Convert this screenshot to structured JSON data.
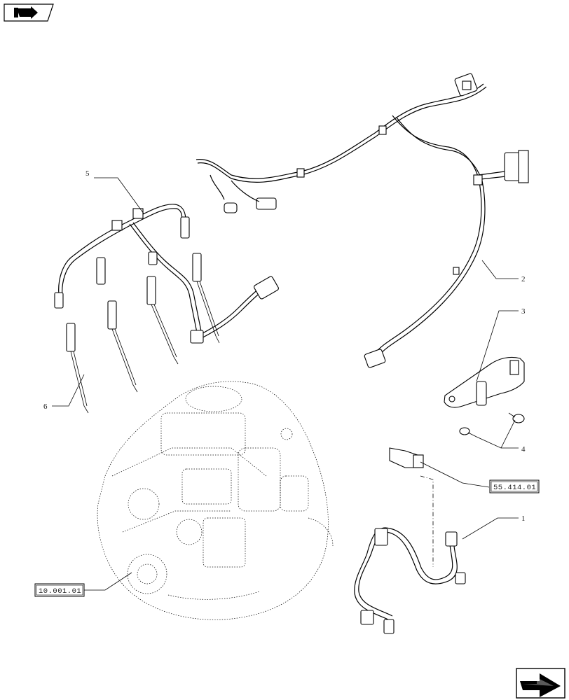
{
  "callouts": {
    "c1": "1",
    "c2": "2",
    "c3": "3",
    "c4": "4",
    "c5": "5",
    "c6": "6"
  },
  "references": {
    "ref_sensor": "55.414.01",
    "ref_engine": "10.001.01"
  },
  "icons": {
    "top_left": "book-arrow-icon",
    "bottom_right": "next-page-arrow-icon"
  }
}
